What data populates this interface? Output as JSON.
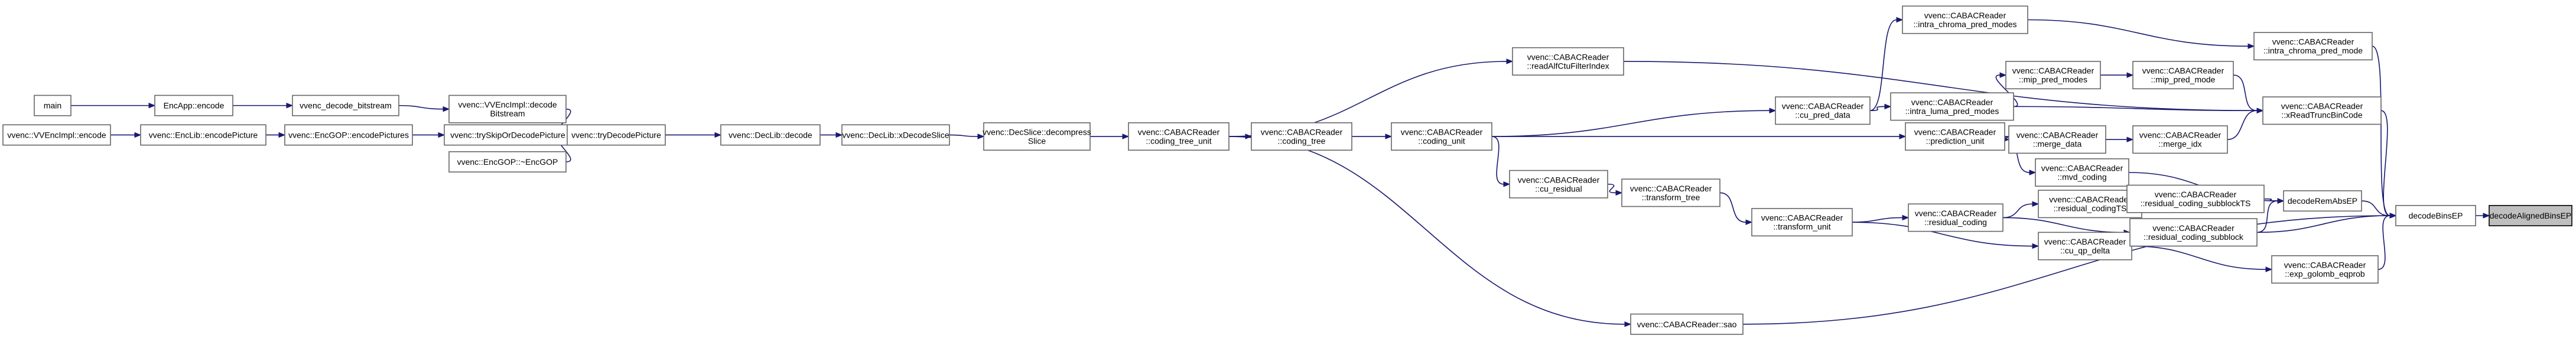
{
  "graph": {
    "nodes": [
      {
        "id": "main",
        "lines": [
          "main"
        ]
      },
      {
        "id": "encapp_encode",
        "lines": [
          "EncApp::encode"
        ]
      },
      {
        "id": "decode_bitstream",
        "lines": [
          "vvenc_decode_bitstream"
        ]
      },
      {
        "id": "impl_decode",
        "lines": [
          "vvenc::VVEncImpl::decode",
          "Bitstream"
        ]
      },
      {
        "id": "vvencimpl_encode",
        "lines": [
          "vvenc::VVEncImpl::encode"
        ]
      },
      {
        "id": "enclib_encpic",
        "lines": [
          "vvenc::EncLib::encodePicture"
        ]
      },
      {
        "id": "encgop_encpics",
        "lines": [
          "vvenc::EncGOP::encodePictures"
        ]
      },
      {
        "id": "tryskip",
        "lines": [
          "vvenc::trySkipOrDecodePicture"
        ]
      },
      {
        "id": "encgop_dtor",
        "lines": [
          "vvenc::EncGOP::~EncGOP"
        ]
      },
      {
        "id": "trydecode",
        "lines": [
          "vvenc::tryDecodePicture"
        ]
      },
      {
        "id": "declib_decode",
        "lines": [
          "vvenc::DecLib::decode"
        ]
      },
      {
        "id": "declib_xdecodeslice",
        "lines": [
          "vvenc::DecLib::xDecodeSlice"
        ]
      },
      {
        "id": "decslice",
        "lines": [
          "vvenc::DecSlice::decompress",
          "Slice"
        ]
      },
      {
        "id": "ctu",
        "lines": [
          "vvenc::CABACReader",
          "::coding_tree_unit"
        ]
      },
      {
        "id": "coding_tree",
        "lines": [
          "vvenc::CABACReader",
          "::coding_tree"
        ]
      },
      {
        "id": "coding_unit",
        "lines": [
          "vvenc::CABACReader",
          "::coding_unit"
        ]
      },
      {
        "id": "readalf",
        "lines": [
          "vvenc::CABACReader",
          "::readAlfCtuFilterIndex"
        ]
      },
      {
        "id": "cu_residual",
        "lines": [
          "vvenc::CABACReader",
          "::cu_residual"
        ]
      },
      {
        "id": "transform_tree",
        "lines": [
          "vvenc::CABACReader",
          "::transform_tree"
        ]
      },
      {
        "id": "transform_unit",
        "lines": [
          "vvenc::CABACReader",
          "::transform_unit"
        ]
      },
      {
        "id": "sao",
        "lines": [
          "vvenc::CABACReader::sao"
        ]
      },
      {
        "id": "cu_pred_data",
        "lines": [
          "vvenc::CABACReader",
          "::cu_pred_data"
        ]
      },
      {
        "id": "intra_chroma_modes",
        "lines": [
          "vvenc::CABACReader",
          "::intra_chroma_pred_modes"
        ]
      },
      {
        "id": "intra_luma_modes",
        "lines": [
          "vvenc::CABACReader",
          "::intra_luma_pred_modes"
        ]
      },
      {
        "id": "prediction_unit",
        "lines": [
          "vvenc::CABACReader",
          "::prediction_unit"
        ]
      },
      {
        "id": "residual_coding",
        "lines": [
          "vvenc::CABACReader",
          "::residual_coding"
        ]
      },
      {
        "id": "cu_qp_delta",
        "lines": [
          "vvenc::CABACReader",
          "::cu_qp_delta"
        ]
      },
      {
        "id": "mip_pred_modes",
        "lines": [
          "vvenc::CABACReader",
          "::mip_pred_modes"
        ]
      },
      {
        "id": "merge_data",
        "lines": [
          "vvenc::CABACReader",
          "::merge_data"
        ]
      },
      {
        "id": "mvd_coding",
        "lines": [
          "vvenc::CABACReader",
          "::mvd_coding"
        ]
      },
      {
        "id": "residual_codingts",
        "lines": [
          "vvenc::CABACReader",
          "::residual_codingTS"
        ]
      },
      {
        "id": "mip_pred_mode",
        "lines": [
          "vvenc::CABACReader",
          "::mip_pred_mode"
        ]
      },
      {
        "id": "merge_idx",
        "lines": [
          "vvenc::CABACReader",
          "::merge_idx"
        ]
      },
      {
        "id": "res_sub_ts",
        "lines": [
          "vvenc::CABACReader",
          "::residual_coding_subblockTS"
        ]
      },
      {
        "id": "res_sub",
        "lines": [
          "vvenc::CABACReader",
          "::residual_coding_subblock"
        ]
      },
      {
        "id": "intra_chroma_mode",
        "lines": [
          "vvenc::CABACReader",
          "::intra_chroma_pred_mode"
        ]
      },
      {
        "id": "xreadtrunc",
        "lines": [
          "vvenc::CABACReader",
          "::xReadTruncBinCode"
        ]
      },
      {
        "id": "decoderemabs",
        "lines": [
          "decodeRemAbsEP"
        ]
      },
      {
        "id": "exp_golomb",
        "lines": [
          "vvenc::CABACReader",
          "::exp_golomb_eqprob"
        ]
      },
      {
        "id": "decodebinsep",
        "lines": [
          "decodeBinsEP"
        ]
      },
      {
        "id": "decodealigned",
        "lines": [
          "decodeAlignedBinsEP"
        ]
      }
    ],
    "edges": [
      [
        "main",
        "encapp_encode"
      ],
      [
        "encapp_encode",
        "decode_bitstream"
      ],
      [
        "decode_bitstream",
        "impl_decode"
      ],
      [
        "impl_decode",
        "trydecode"
      ],
      [
        "vvencimpl_encode",
        "enclib_encpic"
      ],
      [
        "enclib_encpic",
        "encgop_encpics"
      ],
      [
        "encgop_encpics",
        "tryskip"
      ],
      [
        "tryskip",
        "trydecode"
      ],
      [
        "encgop_dtor",
        "trydecode"
      ],
      [
        "trydecode",
        "declib_decode"
      ],
      [
        "declib_decode",
        "declib_xdecodeslice"
      ],
      [
        "declib_xdecodeslice",
        "decslice"
      ],
      [
        "decslice",
        "ctu"
      ],
      [
        "ctu",
        "coding_tree"
      ],
      [
        "ctu",
        "readalf"
      ],
      [
        "ctu",
        "sao"
      ],
      [
        "coding_tree",
        "coding_unit"
      ],
      [
        "coding_unit",
        "cu_pred_data"
      ],
      [
        "coding_unit",
        "cu_residual"
      ],
      [
        "coding_unit",
        "prediction_unit"
      ],
      [
        "cu_residual",
        "transform_tree"
      ],
      [
        "transform_tree",
        "transform_unit"
      ],
      [
        "transform_unit",
        "residual_coding"
      ],
      [
        "transform_unit",
        "cu_qp_delta"
      ],
      [
        "cu_pred_data",
        "intra_chroma_modes"
      ],
      [
        "cu_pred_data",
        "intra_luma_modes"
      ],
      [
        "intra_chroma_modes",
        "intra_chroma_mode"
      ],
      [
        "intra_luma_modes",
        "mip_pred_modes"
      ],
      [
        "intra_luma_modes",
        "xreadtrunc"
      ],
      [
        "mip_pred_modes",
        "mip_pred_mode"
      ],
      [
        "mip_pred_mode",
        "xreadtrunc"
      ],
      [
        "prediction_unit",
        "merge_data"
      ],
      [
        "prediction_unit",
        "mvd_coding"
      ],
      [
        "merge_data",
        "merge_idx"
      ],
      [
        "merge_idx",
        "xreadtrunc"
      ],
      [
        "mvd_coding",
        "decoderemabs"
      ],
      [
        "residual_coding",
        "residual_codingts"
      ],
      [
        "residual_coding",
        "res_sub"
      ],
      [
        "residual_codingts",
        "res_sub_ts"
      ],
      [
        "res_sub_ts",
        "decoderemabs"
      ],
      [
        "res_sub",
        "decoderemabs"
      ],
      [
        "res_sub",
        "decodebinsep"
      ],
      [
        "cu_qp_delta",
        "exp_golomb"
      ],
      [
        "readalf",
        "xreadtrunc"
      ],
      [
        "sao",
        "decodebinsep"
      ],
      [
        "intra_chroma_mode",
        "decodebinsep"
      ],
      [
        "xreadtrunc",
        "decodebinsep"
      ],
      [
        "decoderemabs",
        "decodebinsep"
      ],
      [
        "exp_golomb",
        "decodebinsep"
      ],
      [
        "decodebinsep",
        "decodealigned"
      ]
    ]
  }
}
